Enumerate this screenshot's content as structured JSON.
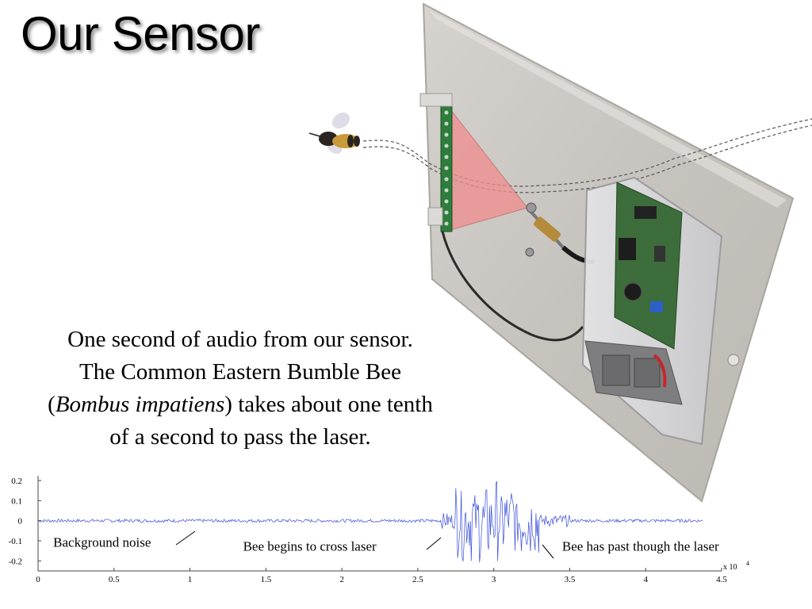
{
  "slide": {
    "title": "Our Sensor",
    "description": {
      "line1": "One second of audio from our sensor.",
      "line2": "The Common Eastern Bumble Bee",
      "line3_open": "(",
      "line3_italic": "Bombus impatiens",
      "line3_rest": ") takes about one tenth",
      "line4": "of a second to pass the laser."
    }
  },
  "colors": {
    "waveform": "#3b4fd8",
    "laser_fan": "#f08c8c",
    "axis": "#444444"
  },
  "chart_data": {
    "type": "line",
    "x_ticks": [
      "0",
      "0.5",
      "1",
      "1.5",
      "2",
      "2.5",
      "3",
      "3.5",
      "4",
      "4.5"
    ],
    "y_ticks": [
      "0.2",
      "0.1",
      "0",
      "-0.1",
      "-0.2"
    ],
    "x_multiplier": "x 10",
    "x_multiplier_exp": "4",
    "xlim": [
      0,
      45000
    ],
    "ylim": [
      -0.25,
      0.2
    ],
    "series": [
      {
        "segments": [
          {
            "x_start": 0,
            "x_end": 26500,
            "amplitude": 0.008
          },
          {
            "x_start": 26500,
            "x_end": 27500,
            "amplitude": 0.04
          },
          {
            "x_start": 27500,
            "x_end": 33000,
            "amplitude": 0.22
          },
          {
            "x_start": 33000,
            "x_end": 35000,
            "amplitude": 0.03
          },
          {
            "x_start": 35000,
            "x_end": 43800,
            "amplitude": 0.008
          }
        ]
      }
    ],
    "annotations": [
      {
        "text": "Background noise",
        "x": 1000,
        "y": -0.13
      },
      {
        "text": "Bee begins to cross laser",
        "x": 13500,
        "y": -0.15
      },
      {
        "text": "Bee has past though the laser",
        "x": 34500,
        "y": -0.15
      }
    ]
  }
}
